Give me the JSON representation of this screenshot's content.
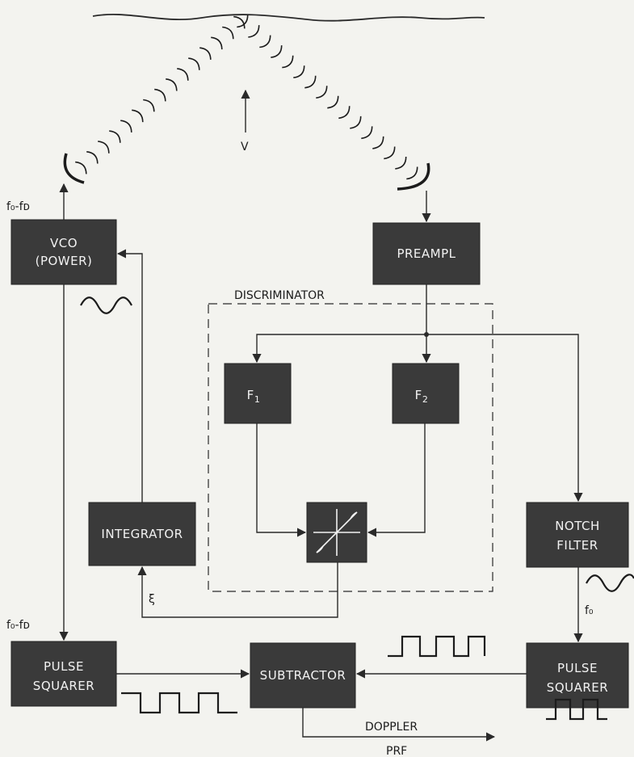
{
  "blocks": {
    "vco_line1": "VCO",
    "vco_line2": "(POWER)",
    "preampl": "PREAMPL",
    "f1_base": "F",
    "f1_sub": "1",
    "f2_base": "F",
    "f2_sub": "2",
    "integrator": "INTEGRATOR",
    "notch_line1": "NOTCH",
    "notch_line2": "FILTER",
    "pulse_left_line1": "PULSE",
    "pulse_left_line2": "SQUARER",
    "subtractor": "SUBTRACTOR",
    "pulse_right_line1": "PULSE",
    "pulse_right_line2": "SQUARER"
  },
  "labels": {
    "discriminator": "DISCRIMINATOR",
    "velocity": "V",
    "freq_top_left": "f₀-fᴅ",
    "freq_mid_left": "f₀-fᴅ",
    "freq_right": "f₀",
    "xi": "ξ",
    "doppler_line1": "DOPPLER",
    "doppler_line2": "PRF"
  },
  "icons": {
    "transmit_transducer": "transducer-dish-icon",
    "receive_transducer": "transducer-dish-icon",
    "comparator": "comparator-symbol-icon"
  },
  "colors": {
    "block_fill": "#3a3a3a",
    "block_text": "#f2f2f2",
    "background": "#f3f3ef",
    "line": "#2a2a2a"
  }
}
